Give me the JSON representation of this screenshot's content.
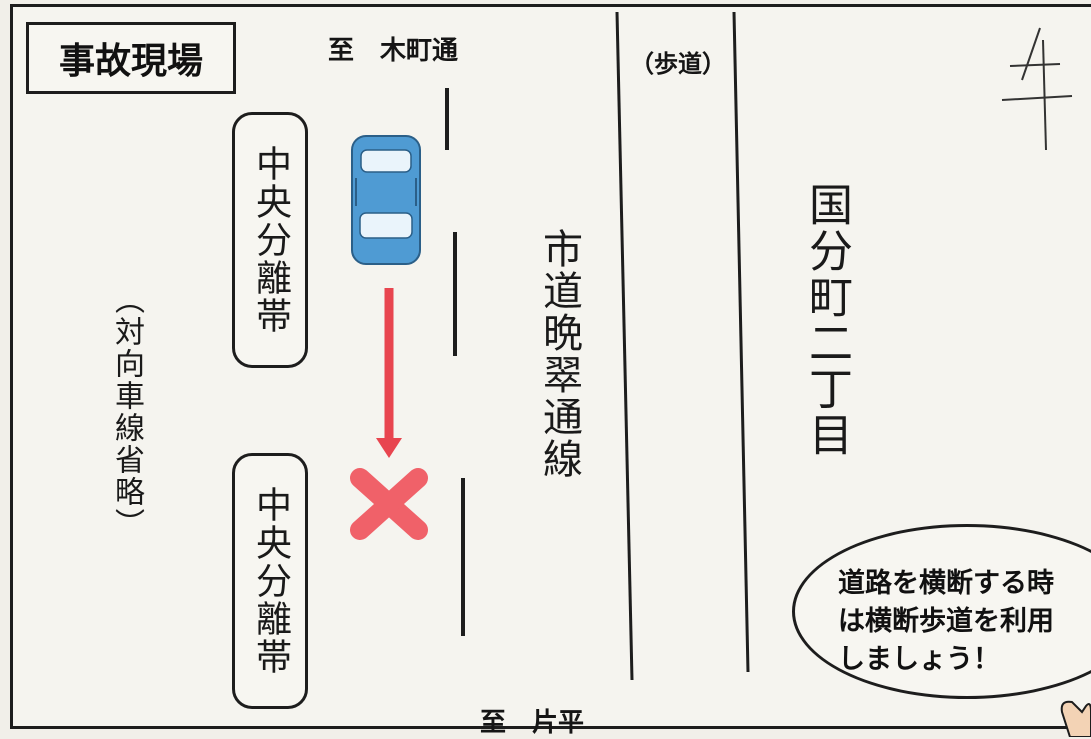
{
  "title": "事故現場",
  "direction_north": "至　木町通",
  "direction_south": "至　片平",
  "sidewalk_label": "（歩道）",
  "road_name": "市道晩翠通線",
  "district_name": "国分町二丁目",
  "median_upper": "中央分離帯",
  "median_lower": "中央分離帯",
  "opposite_lane_note": "（対向車線省略）",
  "speech_lines": [
    "道路を横断する時",
    "は横断歩道を利用",
    "しましょう！"
  ],
  "handwritten_mark": "4",
  "colors": {
    "car_body": "#4f9bd3",
    "arrow": "#e8454f",
    "cross": "#f06169",
    "line": "#1d1d1d"
  },
  "icons": [
    "car-icon",
    "arrow-down-icon",
    "cross-mark-icon"
  ]
}
